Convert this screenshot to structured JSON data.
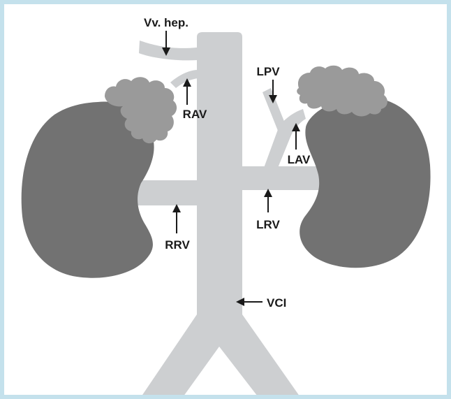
{
  "colors": {
    "frame_border": "#c4e1ec",
    "vein": "#cdcfd1",
    "kidney": "#727272",
    "adrenal": "#9a9a9a",
    "label": "#1a1a1a"
  },
  "labels": {
    "hepatic_veins": "Vv. hep.",
    "right_adrenal_vein": "RAV",
    "left_phrenic_vein": "LPV",
    "left_adrenal_vein": "LAV",
    "right_renal_vein": "RRV",
    "left_renal_vein": "LRV",
    "inferior_vena_cava": "VCI"
  }
}
